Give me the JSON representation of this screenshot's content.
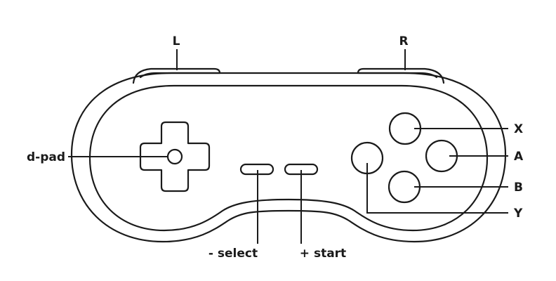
{
  "diagram": {
    "labels": {
      "shoulder_left": "L",
      "shoulder_right": "R",
      "dpad": "d-pad",
      "select": "- select",
      "start": "+ start",
      "button_x": "X",
      "button_a": "A",
      "button_b": "B",
      "button_y": "Y"
    },
    "colors": {
      "stroke": "#1a1a1a",
      "background": "#ffffff"
    }
  }
}
